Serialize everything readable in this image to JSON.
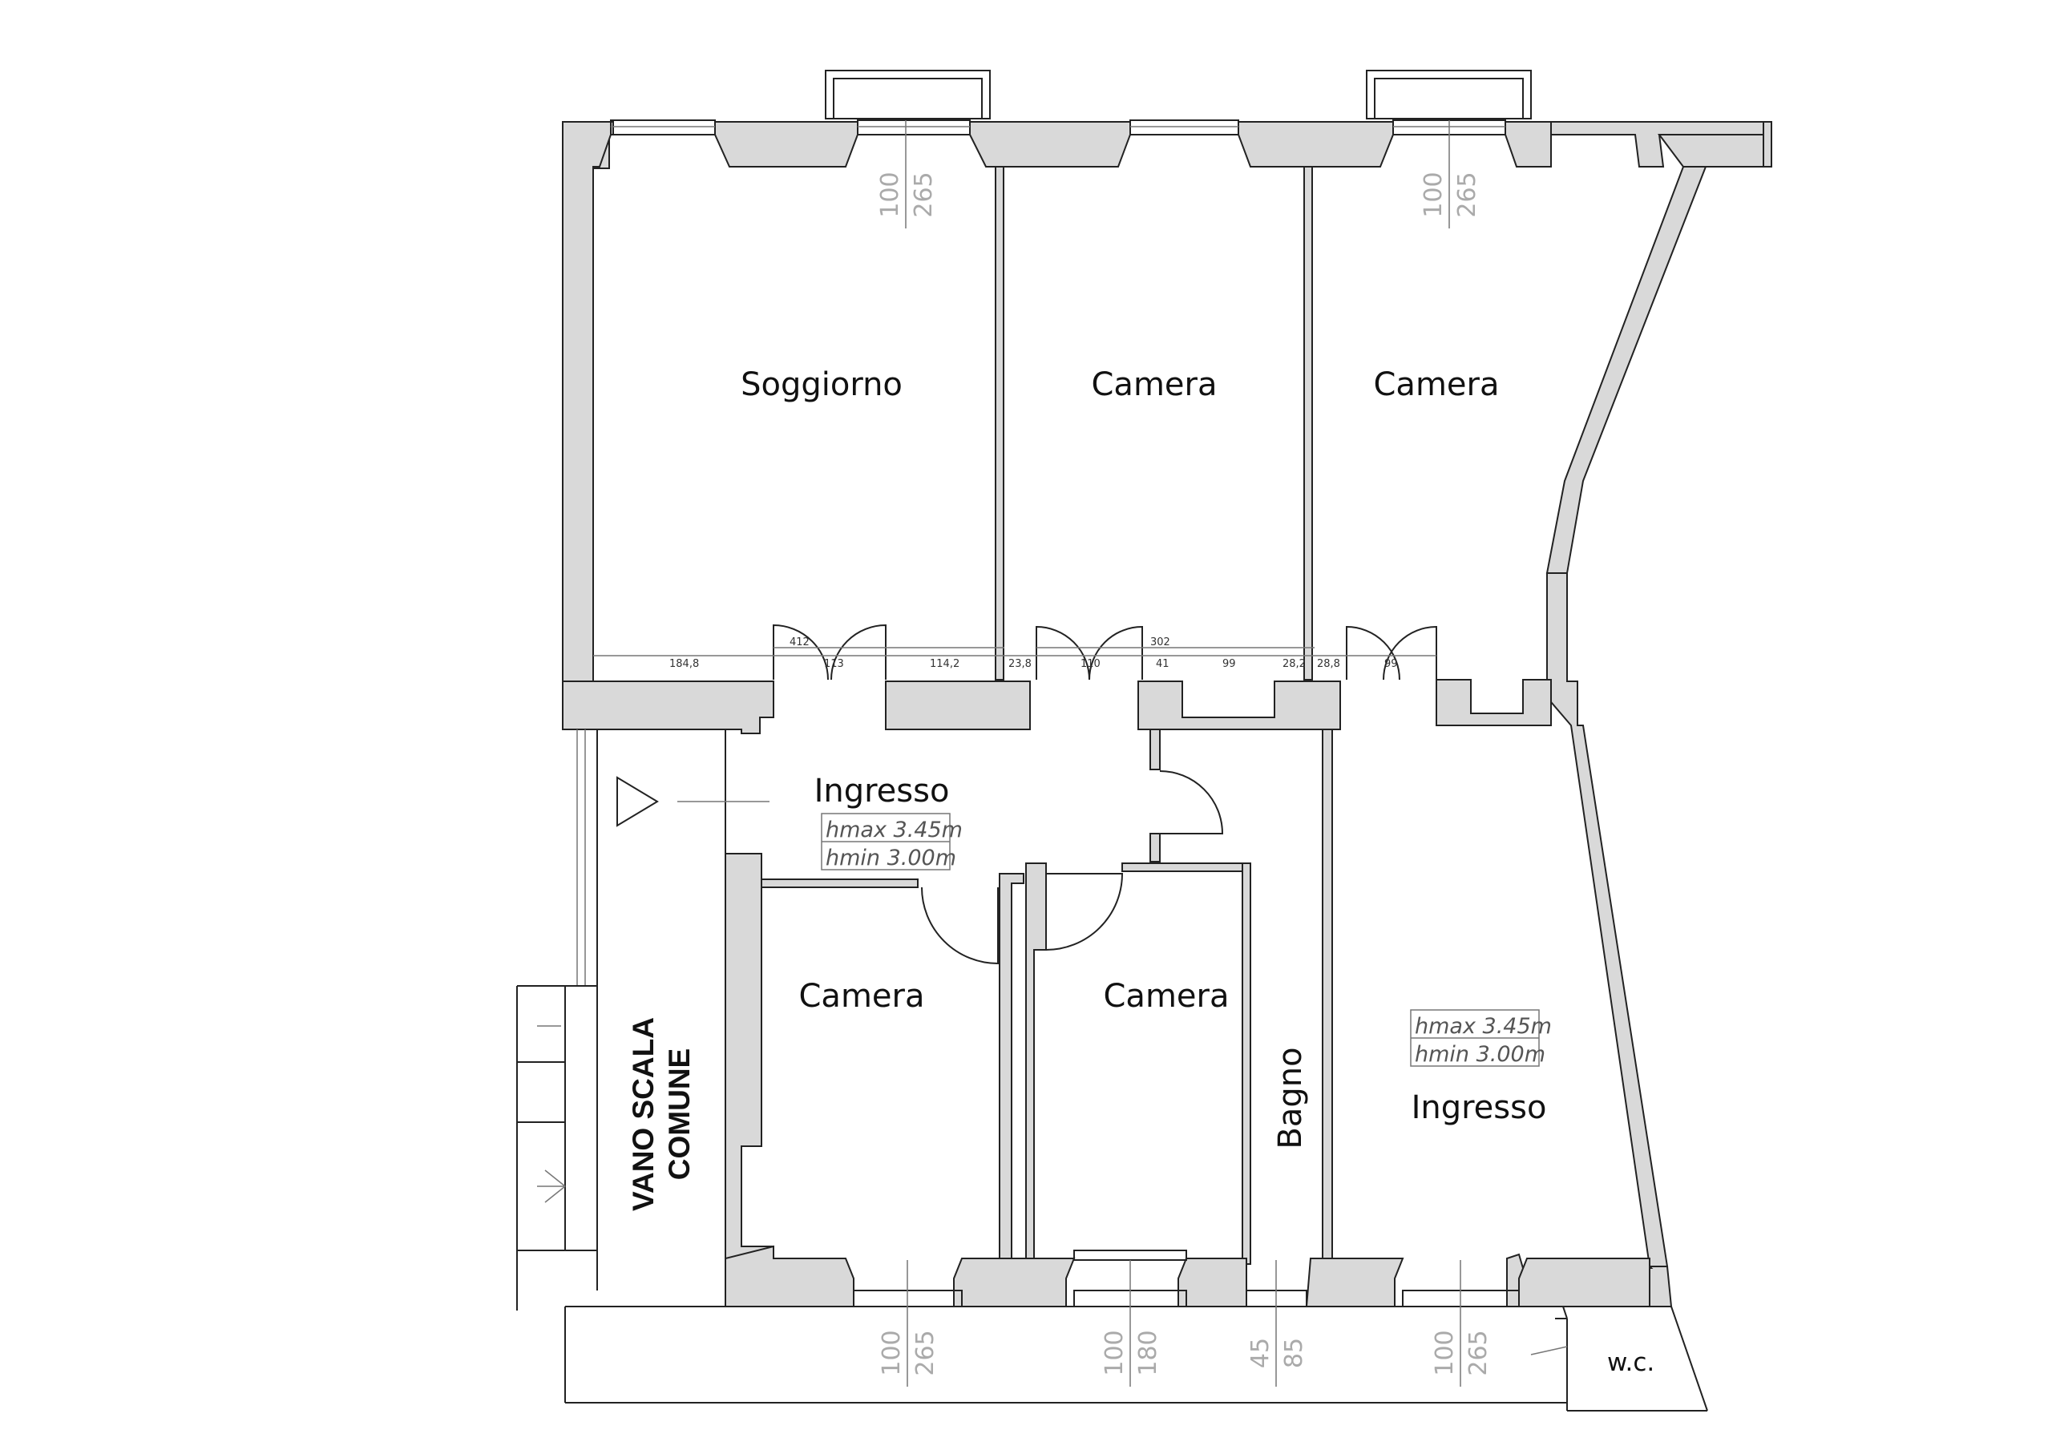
{
  "rooms": {
    "soggiorno": "Soggiorno",
    "camera_top_mid": "Camera",
    "camera_top_right": "Camera",
    "ingresso_center": "Ingresso",
    "camera_bottom_left": "Camera",
    "camera_bottom_mid": "Camera",
    "bagno": "Bagno",
    "ingresso_right": "Ingresso",
    "wc": "w.c.",
    "stair_line1": "VANO SCALA",
    "stair_line2": "COMUNE"
  },
  "heights": {
    "center": {
      "hmax": "hmax 3.45m",
      "hmin": "hmin 3.00m"
    },
    "right": {
      "hmax": "hmax 3.45m",
      "hmin": "hmin 3.00m"
    }
  },
  "dimensions": {
    "d1": "184,8",
    "d2": "412",
    "d3": "113",
    "d4": "114,2",
    "d5": "23,8",
    "d6": "110",
    "d7": "302",
    "d8": "41",
    "d9": "99",
    "d10": "28,2",
    "d11": "28,8",
    "d12": "99"
  },
  "openings": {
    "top_left": [
      "100",
      "265"
    ],
    "top_right": [
      "100",
      "265"
    ],
    "bottom_1": [
      "100",
      "265"
    ],
    "bottom_2": [
      "100",
      "180"
    ],
    "bottom_3": [
      "45",
      "85"
    ],
    "bottom_4": [
      "100",
      "265"
    ]
  }
}
